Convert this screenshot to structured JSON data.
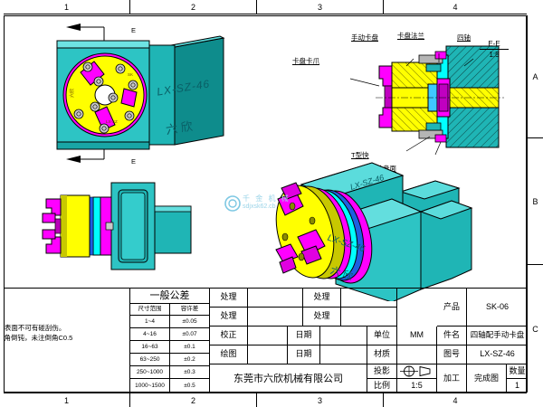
{
  "sheet": {
    "zones_horizontal": [
      "1",
      "2",
      "3",
      "4"
    ],
    "zones_vertical": [
      "A",
      "B",
      "C"
    ]
  },
  "views": {
    "section_view": {
      "section_label": "E-E",
      "section_scale": "1:5",
      "callouts": [
        {
          "text": "手动卡盘",
          "meaning": "manual-chuck"
        },
        {
          "text": "卡盘法兰",
          "meaning": "chuck-flange"
        },
        {
          "text": "四轴",
          "meaning": "fourth-axis"
        },
        {
          "text": "卡盘卡爪",
          "meaning": "chuck-jaw"
        },
        {
          "text": "T型快",
          "meaning": "t-block"
        },
        {
          "text": "四轴盘面",
          "meaning": "fourth-axis-face"
        }
      ]
    },
    "front_view": {
      "section_marks": [
        "E",
        "E"
      ],
      "engraving_code": "LX-SZ-46",
      "engraving_brand": "六 欣"
    },
    "iso_view": {
      "engraving_code": "LX-SZ-46",
      "engraving_brand": "六 欣"
    }
  },
  "watermark": {
    "line1": "千 金 机 械",
    "line2": "sdjxsk62.cb"
  },
  "title_block": {
    "notes": [
      "表面不可有碰刮伤。",
      "锐角倒钝，未注倒角C0.5"
    ],
    "tolerance": {
      "heading": "一般公差",
      "col_range": "尺寸范围",
      "col_dev": "容许差",
      "rows": [
        {
          "range": "1~4",
          "dev": "±0.05"
        },
        {
          "range": "4~16",
          "dev": "±0.07"
        },
        {
          "range": "16~63",
          "dev": "±0.1"
        },
        {
          "range": "63~250",
          "dev": "±0.2"
        },
        {
          "range": "250~1000",
          "dev": "±0.3"
        },
        {
          "range": "1000~1500",
          "dev": "±0.5"
        }
      ]
    },
    "process": {
      "row1_label": "处理",
      "row1_label2": "处理",
      "row2_label": "处理",
      "row2_label2": "处理",
      "check_label": "校正",
      "check_value": "",
      "check_date_label": "日期",
      "check_date_value": "",
      "draw_label": "绘图",
      "draw_value": "",
      "draw_date_label": "日期",
      "draw_date_value": ""
    },
    "company": "东莞市六欣机械有限公司",
    "unit_label": "单位",
    "unit_value": "MM",
    "material_label": "材质",
    "material_value": "",
    "projection_label": "投影",
    "projection_symbol": "first-angle",
    "scale_label": "比例",
    "scale_value": "1:5",
    "product_label": "产品",
    "product_value": "SK-06",
    "part_label": "件名",
    "part_value": "四轴配手动卡盘",
    "drawing_label": "图号",
    "drawing_value": "LX-SZ-46",
    "process_label": "加工",
    "process_value": "完成图",
    "qty_label": "数量",
    "qty_value": "1"
  },
  "colors": {
    "teal": "#1FB5B5",
    "teal_dark": "#0E8C8C",
    "teal_light": "#3FD3D3",
    "yellow": "#FFFF00",
    "yellow_dark": "#C8C800",
    "magenta": "#FF00FF",
    "magenta_dark": "#B800B8",
    "cyan": "#00FFFF",
    "blue": "#1E5FE0",
    "line": "#000000"
  }
}
